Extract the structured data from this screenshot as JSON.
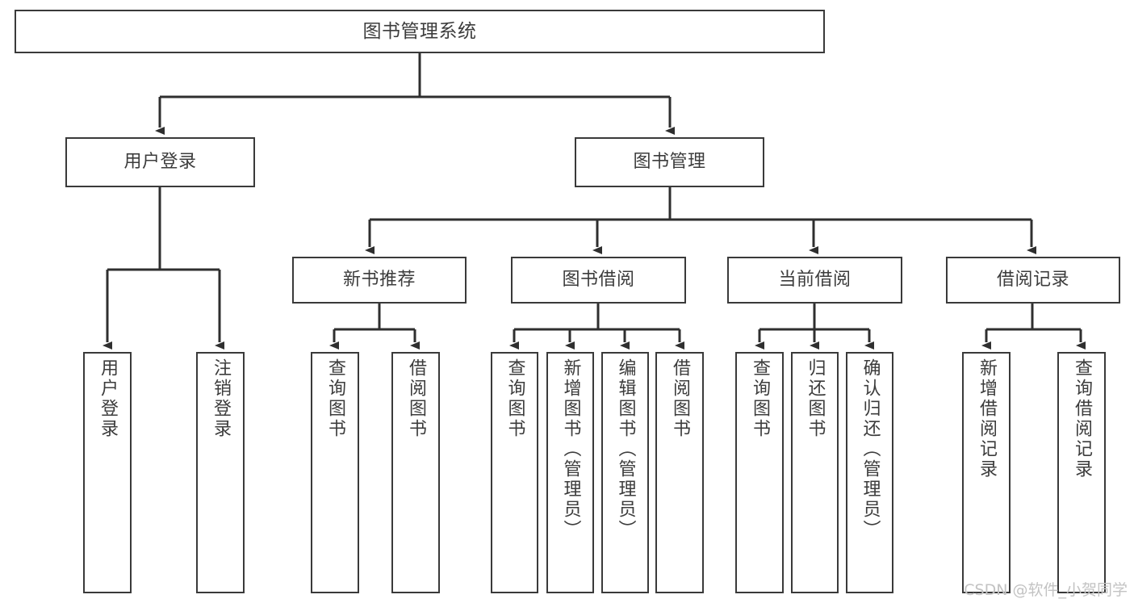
{
  "diagram": {
    "title": "图书管理系统",
    "type": "tree",
    "style": {
      "box_border_color": "#3a3a3a",
      "box_fill_color": "#ffffff",
      "text_color": "#3c3c3c",
      "link_color": "#2f2f2f",
      "background": "#ffffff"
    },
    "nodes": {
      "root": {
        "label": "图书管理系统"
      },
      "level2": [
        {
          "id": "user-login",
          "label": "用户登录"
        },
        {
          "id": "book-manage",
          "label": "图书管理"
        }
      ],
      "level3": [
        {
          "id": "new-book-recommend",
          "label": "新书推荐"
        },
        {
          "id": "book-borrow",
          "label": "图书借阅"
        },
        {
          "id": "current-borrow",
          "label": "当前借阅"
        },
        {
          "id": "borrow-record",
          "label": "借阅记录"
        }
      ],
      "leaves": {
        "user_login": [
          {
            "id": "leaf-user-login",
            "label": "用户登录"
          },
          {
            "id": "leaf-logout-login",
            "label": "注销登录"
          }
        ],
        "new_book_recommend": [
          {
            "id": "leaf-query-book-1",
            "label": "查询图书"
          },
          {
            "id": "leaf-borrow-book-1",
            "label": "借阅图书"
          }
        ],
        "book_borrow": [
          {
            "id": "leaf-query-book-2",
            "label": "查询图书"
          },
          {
            "id": "leaf-add-book",
            "label": "新增图书（管理员）"
          },
          {
            "id": "leaf-edit-book",
            "label": "编辑图书（管理员）"
          },
          {
            "id": "leaf-borrow-book-2",
            "label": "借阅图书"
          }
        ],
        "current_borrow": [
          {
            "id": "leaf-query-book-3",
            "label": "查询图书"
          },
          {
            "id": "leaf-return-book",
            "label": "归还图书"
          },
          {
            "id": "leaf-confirm-return",
            "label": "确认归还（管理员）"
          }
        ],
        "borrow_record": [
          {
            "id": "leaf-add-record",
            "label": "新增借阅记录"
          },
          {
            "id": "leaf-query-record",
            "label": "查询借阅记录"
          }
        ]
      }
    }
  },
  "watermark": {
    "text": "CSDN @软件_小贺同学"
  }
}
